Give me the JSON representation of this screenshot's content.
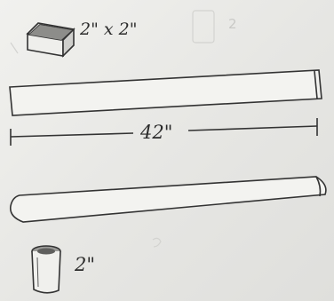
{
  "labels": {
    "square_tube_size": "2\" x 2\"",
    "length": "42\"",
    "round_tube_diameter": "2\""
  },
  "faint_marks": {
    "back_side_digit": "2"
  },
  "colors": {
    "paper": "#ececea",
    "ink": "#2f2f2f",
    "ghost_ink": "#c9c9c6"
  },
  "icons": {
    "square_tube": "square-tube-sketch",
    "round_tube": "round-tube-sketch"
  }
}
